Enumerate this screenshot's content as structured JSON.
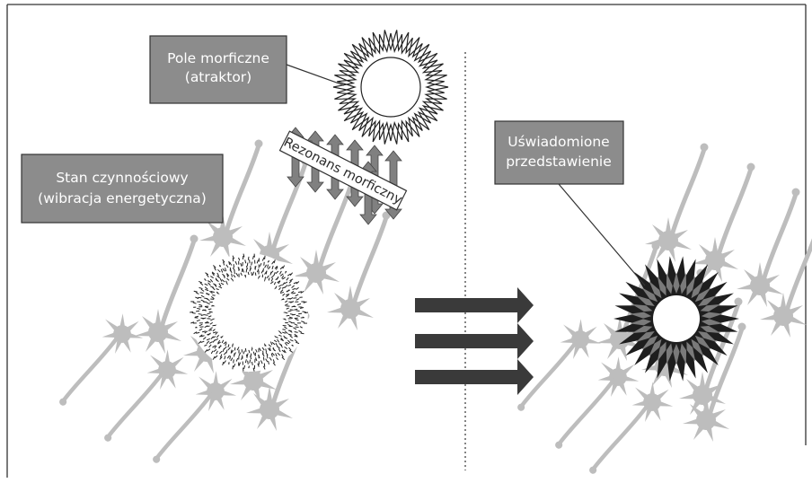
{
  "labels": {
    "pole_line1": "Pole morficzne",
    "pole_line2": "(atraktor)",
    "stan_line1": "Stan czynnościowy",
    "stan_line2": "(wibracja energetyczna)",
    "rezonans": "Rezonans morficzny",
    "usw_line1": "Uświadomione",
    "usw_line2": "przedstawienie"
  },
  "colors": {
    "label_box": "#8c8c8c",
    "neuron": "#bdbdbd",
    "arrow": "#3a3a3a",
    "resonance_arrow": "#808080",
    "dark_star": "#1e1e1e",
    "mid_star": "#7a7a7a"
  }
}
